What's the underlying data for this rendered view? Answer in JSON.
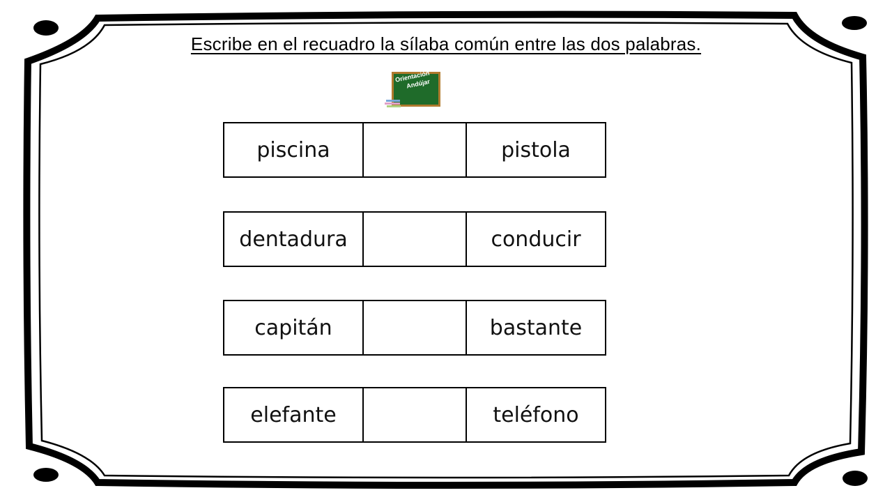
{
  "instruction": "Escribe en el recuadro la sílaba común entre las dos palabras.",
  "logo": {
    "line1": "Orientación",
    "line2": "Andújar",
    "icon": "chalkboard-logo"
  },
  "rows": [
    {
      "left": "piscina",
      "answer": "",
      "right": "pistola"
    },
    {
      "left": "dentadura",
      "answer": "",
      "right": "conducir"
    },
    {
      "left": "capitán",
      "answer": "",
      "right": "bastante"
    },
    {
      "left": "elefante",
      "answer": "",
      "right": "teléfono"
    }
  ],
  "colors": {
    "border": "#000000",
    "background": "#ffffff",
    "logo_board": "#1f6b2a",
    "logo_frame": "#b07a2e"
  }
}
